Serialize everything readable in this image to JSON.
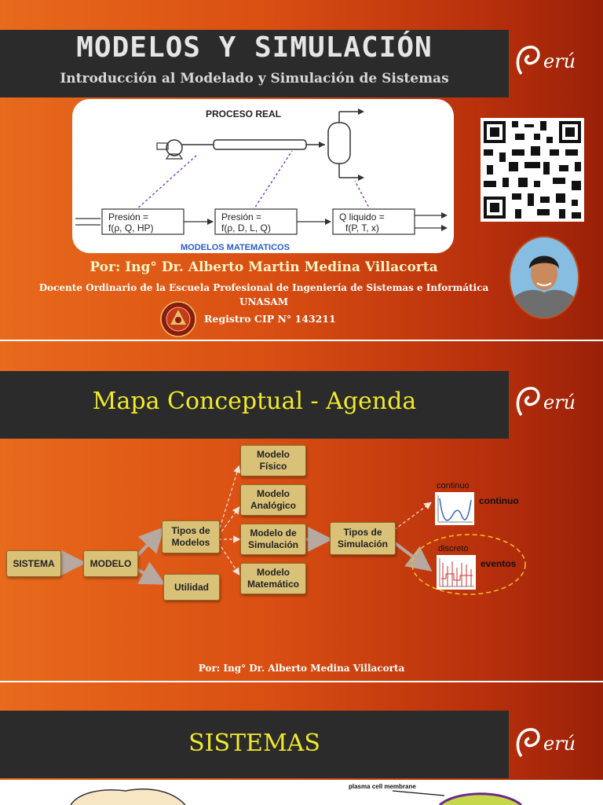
{
  "slide1": {
    "title": "MODELOS Y SIMULACIÓN",
    "subtitle": "Introducción al Modelado y Simulación de Sistemas",
    "diagram": {
      "title": "PROCESO REAL",
      "footer": "MODELOS MATEMATICOS",
      "box1": [
        "Presión =",
        "f(ρ, Q, HP)"
      ],
      "box2": [
        "Presión =",
        "f(ρ, D, L, Q)"
      ],
      "box3": [
        "Q liquido =",
        "f(P, T, x)"
      ]
    },
    "author": "Por: Ing° Dr. Alberto Martin Medina Villacorta",
    "docente": "Docente Ordinario de la Escuela Profesional de Ingeniería de Sistemas e Informática",
    "institution": "UNASAM",
    "registro": "Registro CIP N° 143211",
    "logo_text": "erú"
  },
  "slide2": {
    "title": "Mapa Conceptual - Agenda",
    "nodes": {
      "sistema": "SISTEMA",
      "modelo": "MODELO",
      "tipos_modelos": [
        "Tipos de",
        "Modelos"
      ],
      "utilidad": "Utilidad",
      "fisico": [
        "Modelo",
        "Físico"
      ],
      "analogico": [
        "Modelo",
        "Analógico"
      ],
      "simulacion": [
        "Modelo de",
        "Simulación"
      ],
      "matematico": [
        "Modelo",
        "Matemático"
      ],
      "tipos_simulacion": [
        "Tipos de",
        "Simulación"
      ]
    },
    "continuo_small": "continuo",
    "continuo_label": "continuo",
    "discreto_small": "discreto",
    "eventos_label": "eventos",
    "footer": "Por: Ing° Dr. Alberto Medina Villacorta",
    "logo_text": "erú"
  },
  "slide3": {
    "title": "SISTEMAS",
    "logo_text": "erú",
    "caption": "plasma cell membrane"
  },
  "colors": {
    "title_bar": "#2b2b2b",
    "accent_yellow": "#f1ea2b",
    "box_fill": "#d9c178",
    "orange": "#d94e12"
  }
}
